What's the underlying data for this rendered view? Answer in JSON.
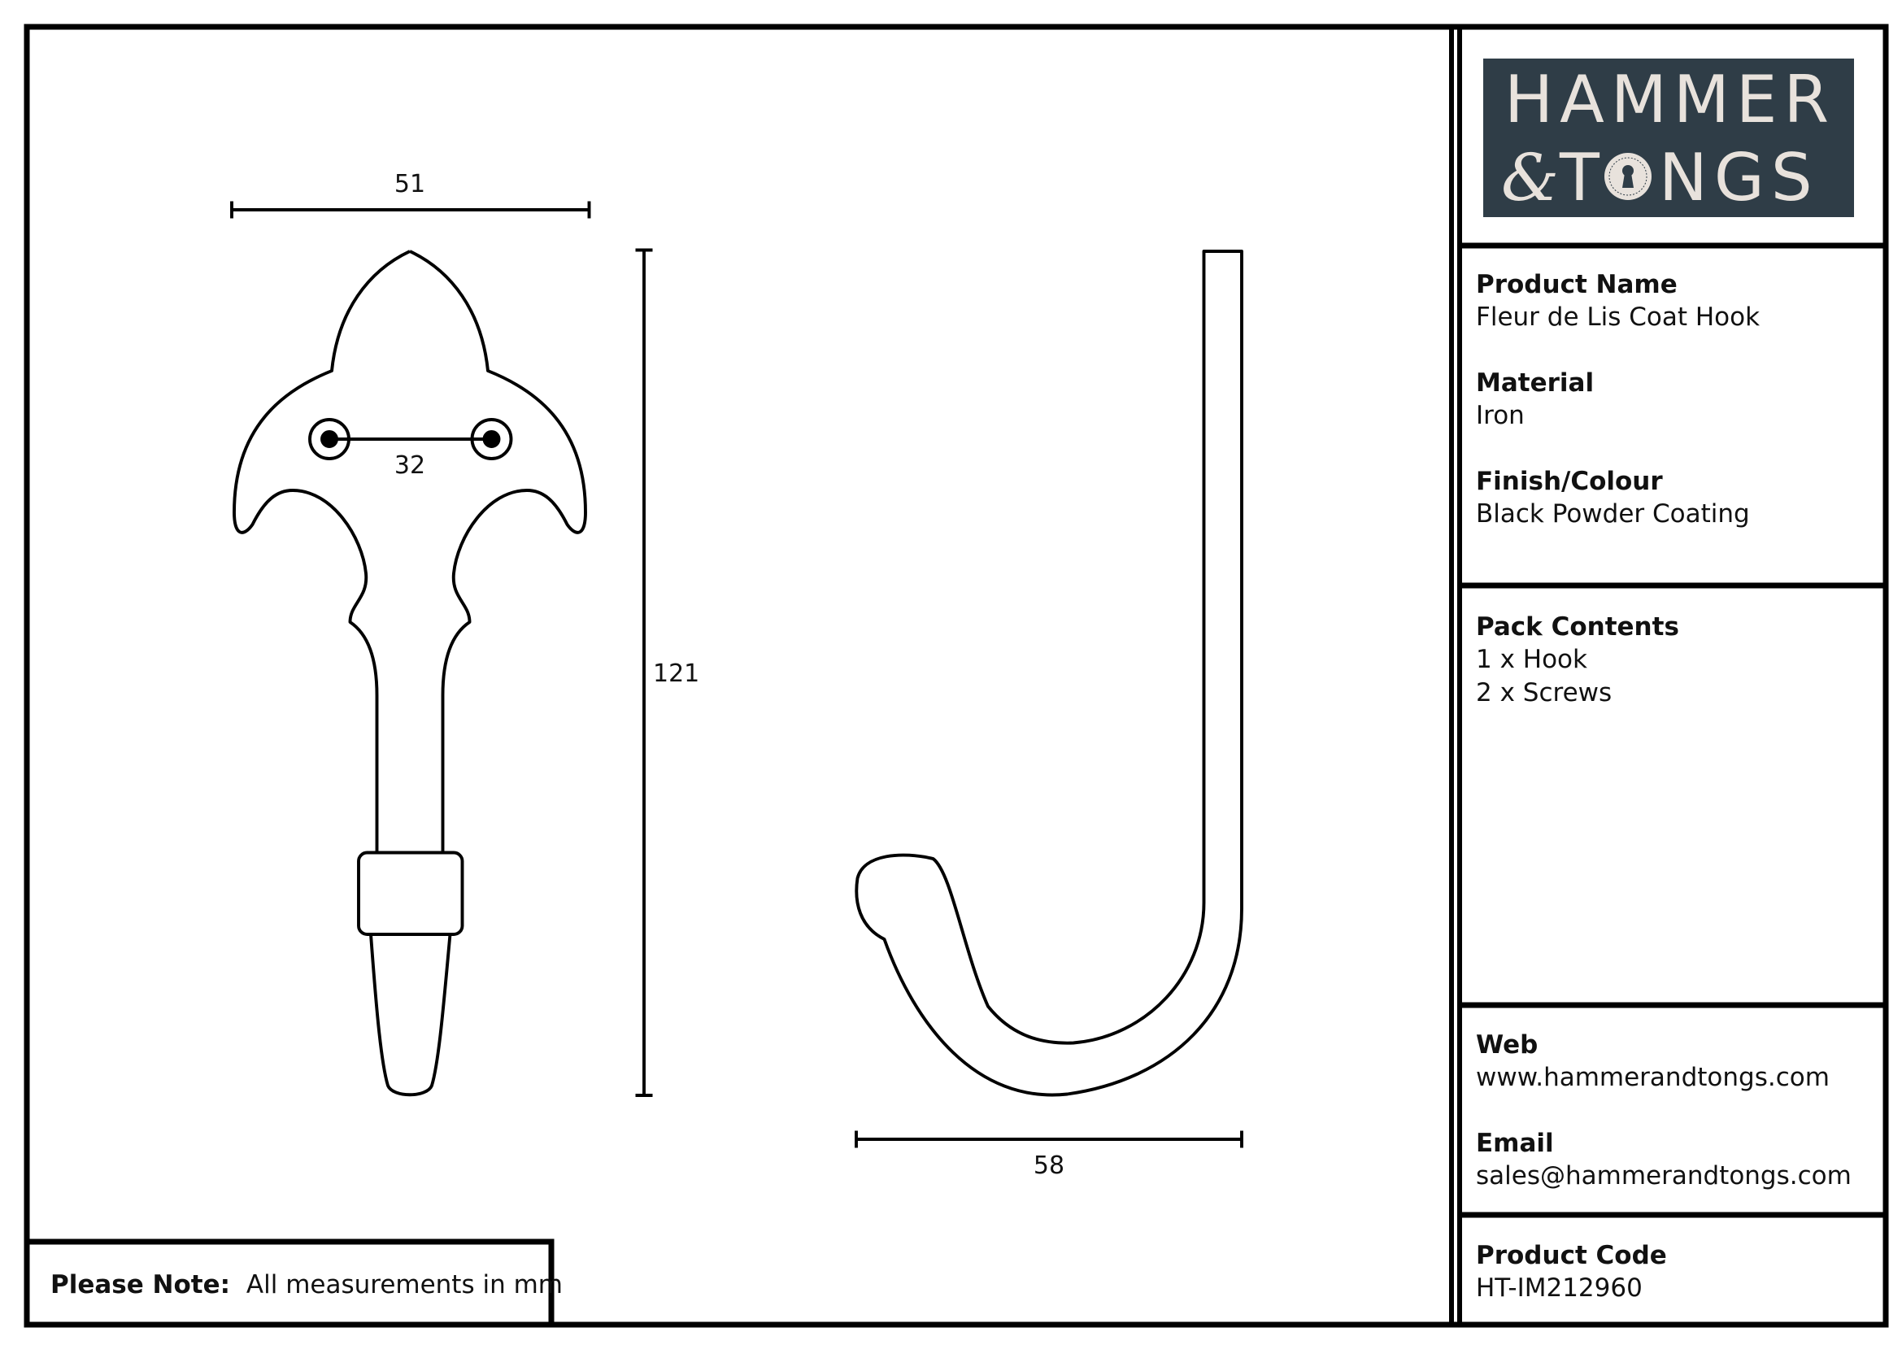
{
  "logo": {
    "line1": "HAMMER",
    "line2_amp": "&",
    "line2_t": "T",
    "line2_rest": "NGS",
    "brand_color": "#2f3d47",
    "letter_color": "#e8e2dc"
  },
  "drawing": {
    "front_width": "51",
    "hole_spacing": "32",
    "height": "121",
    "side_depth": "58"
  },
  "note": {
    "label": "Please Note:",
    "text": "All measurements in mm"
  },
  "details": {
    "product_name": {
      "label": "Product Name",
      "value": "Fleur de Lis Coat Hook"
    },
    "material": {
      "label": "Material",
      "value": "Iron"
    },
    "finish": {
      "label": "Finish/Colour",
      "value": "Black Powder Coating"
    },
    "pack_contents": {
      "label": "Pack Contents",
      "items": [
        "1 x Hook",
        "2 x Screws"
      ]
    },
    "web": {
      "label": "Web",
      "value": "www.hammerandtongs.com"
    },
    "email": {
      "label": "Email",
      "value": "sales@hammerandtongs.com"
    },
    "product_code": {
      "label": "Product Code",
      "value": "HT-IM212960"
    }
  }
}
